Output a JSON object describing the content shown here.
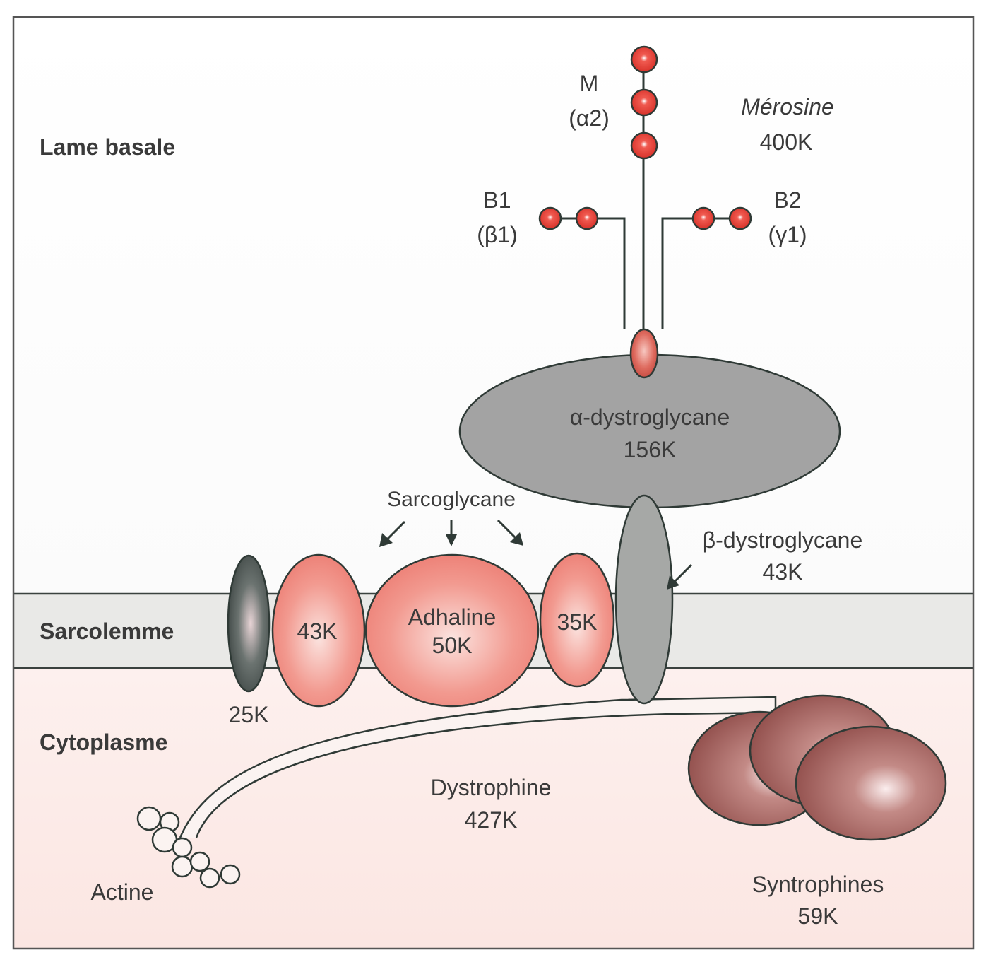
{
  "regions": {
    "basal_lamina": "Lame basale",
    "sarcolemma": "Sarcolemme",
    "cytoplasm": "Cytoplasme"
  },
  "merosine": {
    "name": "Mérosine",
    "mass": "400K",
    "chain_m": {
      "name": "M",
      "subunit": "(α2)"
    },
    "chain_b1": {
      "name": "B1",
      "subunit": "(β1)"
    },
    "chain_b2": {
      "name": "B2",
      "subunit": "(γ1)"
    }
  },
  "alpha_dystroglycan": {
    "name": "α-dystroglycane",
    "mass": "156K"
  },
  "beta_dystroglycan": {
    "name": "β-dystroglycane",
    "mass": "43K"
  },
  "sarcoglycan": {
    "label": "Sarcoglycane",
    "members": [
      {
        "mass": "43K"
      },
      {
        "name": "Adhaline",
        "mass": "50K"
      },
      {
        "mass": "35K"
      }
    ]
  },
  "protein_25k": {
    "mass": "25K"
  },
  "dystrophin": {
    "name": "Dystrophine",
    "mass": "427K"
  },
  "syntrophins": {
    "name": "Syntrophines",
    "mass": "59K"
  },
  "actin": {
    "name": "Actine"
  },
  "colors": {
    "laminin_bead": "#e8463c",
    "sarcoglycan_fill": "#f08a80",
    "dystroglycan_gray": "#9e9e9e",
    "syntrophin": "#9c5a55",
    "membrane_band": "#e8e8e6",
    "cytoplasm_tint": "#fcebe7",
    "outline": "#2f3a36"
  }
}
